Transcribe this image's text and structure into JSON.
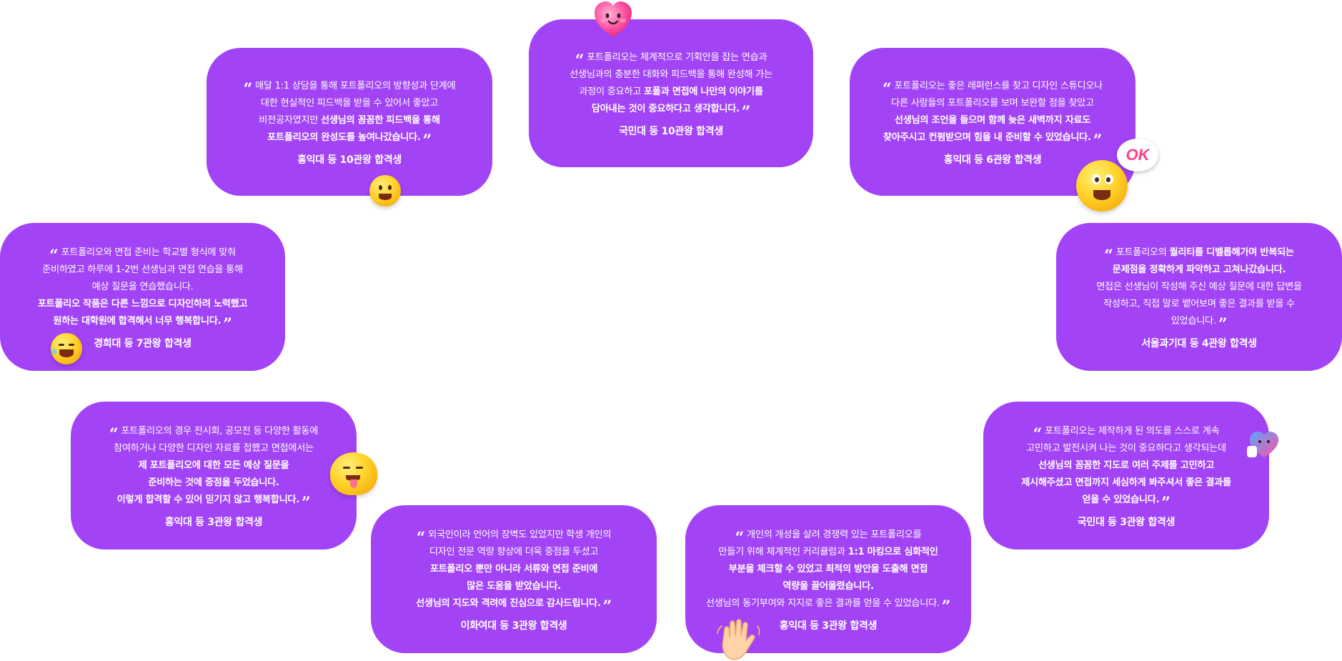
{
  "testimonials": [
    {
      "lines": [
        [
          [
            "",
            "포트폴리오는 체계적으로 기획안을 잡는 연습과"
          ]
        ],
        [
          [
            "",
            "선생님과의 충분한 대화와 피드백을 통해 완성해 가는"
          ]
        ],
        [
          [
            "",
            "과정이 중요하고 "
          ],
          [
            "b",
            "포폴과 면접에 나만의 이야기를"
          ]
        ],
        [
          [
            "b",
            "담아내는 것이 중요하다고 생각합니다."
          ]
        ]
      ],
      "author": "국민대 등 10관왕 합격생"
    },
    {
      "lines": [
        [
          [
            "",
            "매달 1:1 상담을 통해 포트폴리오의 방향성과 단계에"
          ]
        ],
        [
          [
            "",
            "대한 현실적인 피드백을 받을 수 있어서 좋았고"
          ]
        ],
        [
          [
            "",
            "비전공자였지만 "
          ],
          [
            "b",
            "선생님의 꼼꼼한 피드백을 통해"
          ]
        ],
        [
          [
            "b",
            "포트폴리오의 완성도를 높여나갔습니다."
          ]
        ]
      ],
      "author": "홍익대 등 10관왕 합격생"
    },
    {
      "lines": [
        [
          [
            "",
            "포트폴리오는 좋은 레퍼런스를 찾고 디자인 스튜디오나"
          ]
        ],
        [
          [
            "",
            "다른 사람들의 포트폴리오를 보며 보완할 점을 찾았고"
          ]
        ],
        [
          [
            "b",
            "선생님의 조언을 들으며 함께 늦은 새벽까지 자료도"
          ]
        ],
        [
          [
            "b",
            "찾아주시고 컨펌받으며 힘을 내 준비할 수 있었습니다."
          ]
        ]
      ],
      "author": "홍익대 등 6관왕 합격생"
    },
    {
      "lines": [
        [
          [
            "",
            "포트폴리오와 면접 준비는 학교별 형식에 맞춰"
          ]
        ],
        [
          [
            "",
            "준비하였고 하루에 1-2번 선생님과 면접 연습을 통해"
          ]
        ],
        [
          [
            "",
            "예상 질문을 연습했습니다."
          ]
        ],
        [
          [
            "b",
            "포트폴리오 작품은 다른 느낌으로 디자인하려 노력했고"
          ]
        ],
        [
          [
            "b",
            "원하는 대학원에 합격해서 너무 행복합니다."
          ]
        ]
      ],
      "author": "경희대 등 7관왕 합격생"
    },
    {
      "lines": [
        [
          [
            "",
            "포트폴리오의 "
          ],
          [
            "b",
            "퀄리티를 디벨롭해가며 반복되는"
          ]
        ],
        [
          [
            "b",
            "문제점을 정확하게 파악하고 고쳐나갔습니다."
          ]
        ],
        [
          [
            "",
            "면접은 선생님이 작성해 주신 예상 질문에 대한 답변을"
          ]
        ],
        [
          [
            "",
            "작성하고, 직접 말로 뱉어보며 좋은 결과를 받을 수"
          ]
        ],
        [
          [
            "",
            "있었습니다."
          ]
        ]
      ],
      "author": "서울과기대 등 4관왕 합격생"
    },
    {
      "lines": [
        [
          [
            "",
            "포트폴리오의 경우 전시회, 공모전 등 다양한 활동에"
          ]
        ],
        [
          [
            "",
            "참여하거나 다양한 디자인 자료를 접했고 면접에서는"
          ]
        ],
        [
          [
            "b",
            "제 포트폴리오에 대한 모든 예상 질문을"
          ]
        ],
        [
          [
            "b",
            "준비하는 것에 중점을 두었습니다."
          ]
        ],
        [
          [
            "b",
            "이렇게 합격할 수 있어 믿기지 않고 행복합니다."
          ]
        ]
      ],
      "author": "홍익대 등 3관왕 합격생"
    },
    {
      "lines": [
        [
          [
            "",
            "포트폴리오는 제작하게 된 의도를 스스로 계속"
          ]
        ],
        [
          [
            "",
            "고민하고 발전시켜 나는 것이 중요하다고 생각되는데"
          ]
        ],
        [
          [
            "b",
            "선생님의 꼼꼼한 지도로 여러 주제를 고민하고"
          ]
        ],
        [
          [
            "b",
            "제시해주셨고 면접까지 세심하게 봐주셔서 좋은 결과를"
          ]
        ],
        [
          [
            "b",
            "얻을 수 있었습니다."
          ]
        ]
      ],
      "author": "국민대 등 3관왕 합격생"
    },
    {
      "lines": [
        [
          [
            "",
            "외국인이라 언어의 장벽도 있었지만 학생 개인의"
          ]
        ],
        [
          [
            "",
            "디자인 전문 역량 향상에 더욱 중점을 두셨고"
          ]
        ],
        [
          [
            "b",
            "포트폴리오 뿐만 아니라 서류와 면접 준비에"
          ]
        ],
        [
          [
            "b",
            "많은 도움을 받았습니다."
          ]
        ],
        [
          [
            "b",
            "선생님의 지도와 격려에 진심으로 감사드립니다."
          ]
        ]
      ],
      "author": "이화여대 등 3관왕 합격생"
    },
    {
      "lines": [
        [
          [
            "",
            "개인의 개성을 살려 경쟁력 있는 포트폴리오를"
          ]
        ],
        [
          [
            "",
            "만들기 위해 체계적인 커리큘럼과 "
          ],
          [
            "b",
            "1:1 마킹으로 심화적인"
          ]
        ],
        [
          [
            "b",
            "부분을 체크할 수 있었고 최적의 방안을 도출해 면접"
          ]
        ],
        [
          [
            "b",
            "역량을 끌어올렸습니다."
          ]
        ],
        [
          [
            "",
            "선생님의 동기부여와 지지로 좋은 결과를 얻을 수 있었습니다."
          ]
        ]
      ],
      "author": "홍익대 등 3관왕 합격생"
    }
  ],
  "stickers": {
    "ok_bubble": "OK",
    "icons": [
      "heart-face-icon",
      "grin-face-icon",
      "ok-face-icon",
      "laughing-face-icon",
      "tongue-face-icon",
      "heart-thumbs-up-icon",
      "waving-hand-icon"
    ]
  },
  "colors": {
    "card": "#a243f6",
    "text": "#ffffff"
  }
}
